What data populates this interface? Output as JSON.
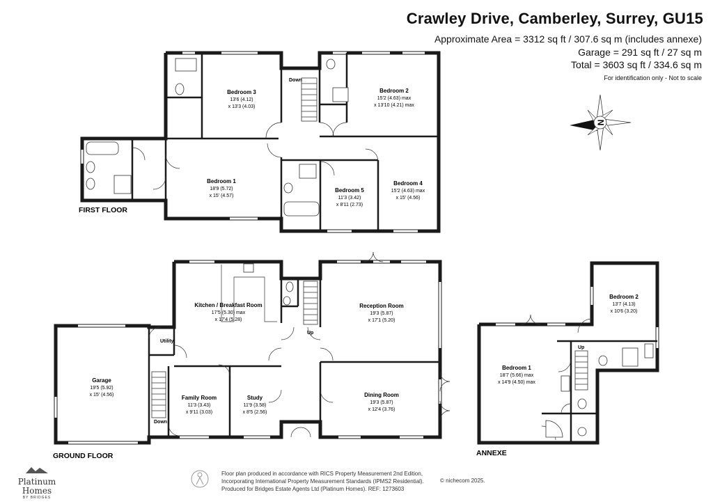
{
  "header": {
    "title": "Crawley Drive, Camberley, Surrey, GU15",
    "approx_area": "Approximate Area = 3312 sq ft / 307.6 sq m (includes annexe)",
    "garage_area": "Garage = 291 sq ft / 27 sq m",
    "total_area": "Total = 3603 sq ft / 334.6 sq m",
    "note": "For identification only - Not to scale"
  },
  "compass": {
    "label": "N",
    "icon": "compass-icon"
  },
  "floors": {
    "first": "FIRST FLOOR",
    "ground": "GROUND FLOOR",
    "annexe": "ANNEXE"
  },
  "rooms": {
    "ff_bed3": {
      "name": "Bedroom 3",
      "dim1": "13'6 (4.12)",
      "dim2": "x 13'3 (4.03)"
    },
    "ff_bed2": {
      "name": "Bedroom 2",
      "dim1": "15'2 (4.63) max",
      "dim2": "x 13'10 (4.21) max"
    },
    "ff_bed1": {
      "name": "Bedroom 1",
      "dim1": "18'9 (5.72)",
      "dim2": "x 15' (4.57)"
    },
    "ff_bed5": {
      "name": "Bedroom 5",
      "dim1": "11'3 (3.42)",
      "dim2": "x 8'11 (2.73)"
    },
    "ff_bed4": {
      "name": "Bedroom 4",
      "dim1": "15'2 (4.63) max",
      "dim2": "x 15' (4.56)"
    },
    "gf_kitchen": {
      "name": "Kitchen / Breakfast Room",
      "dim1": "17'5 (5.30) max",
      "dim2": "x 17'4 (5.28)"
    },
    "gf_reception": {
      "name": "Reception Room",
      "dim1": "19'3 (5.87)",
      "dim2": "x 17'1 (5.20)"
    },
    "gf_garage": {
      "name": "Garage",
      "dim1": "19'5 (5.92)",
      "dim2": "x 15' (4.56)"
    },
    "gf_family": {
      "name": "Family Room",
      "dim1": "11'3 (3.43)",
      "dim2": "x 9'11 (3.03)"
    },
    "gf_study": {
      "name": "Study",
      "dim1": "11'9 (3.58)",
      "dim2": "x 8'5 (2.56)"
    },
    "gf_dining": {
      "name": "Dining Room",
      "dim1": "19'3 (5.87)",
      "dim2": "x 12'4 (3.76)"
    },
    "an_bed1": {
      "name": "Bedroom 1",
      "dim1": "18'7 (5.66) max",
      "dim2": "x 14'9 (4.50) max"
    },
    "an_bed2": {
      "name": "Bedroom 2",
      "dim1": "13'7 (4.13)",
      "dim2": "x 10'6 (3.20)"
    }
  },
  "labels": {
    "down_ff": "Down",
    "up_gf": "Up",
    "utility": "Utility",
    "down_gf": "Down",
    "up_annexe": "Up"
  },
  "footer": {
    "line1": "Floor plan produced in accordance with RICS Property Measurement 2nd Edition,",
    "line2": "Incorporating International Property Measurement Standards (IPMS2 Residential).",
    "line3": "Produced for Bridges Estate Agents Ltd (Platinum Homes).   REF: 1273603",
    "copyright": "© nichecom 2025."
  },
  "brand": {
    "line1": "Platinum",
    "line2": "Homes",
    "line3": "BY BRIDGES"
  }
}
